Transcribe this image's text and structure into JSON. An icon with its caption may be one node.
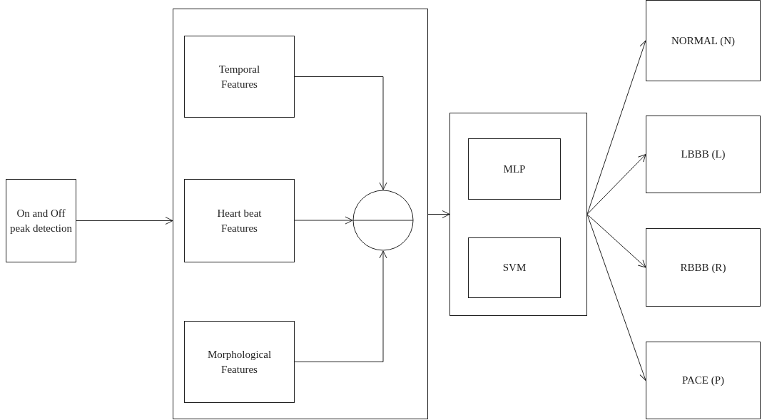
{
  "diagram": {
    "nodes": [
      {
        "text": [
          "On and Off peak detection"
        ]
      },
      {
        "text": [],
        "shape": "box"
      },
      {
        "text": [
          "Temporal Features"
        ],
        "in": 1
      },
      {
        "text": [
          "Heart beat Features"
        ],
        "in": 1
      },
      {
        "text": [
          "Morphological Features"
        ],
        "in": 1
      },
      {
        "text": [],
        "shape": "circle",
        "in": 1
      },
      {
        "text": [],
        "shape": "box"
      },
      {
        "text": [
          "MLP"
        ],
        "in": 6
      },
      {
        "text": [
          "SVM"
        ],
        "in": 6
      },
      {
        "text": [
          "NORMAL (N)"
        ]
      },
      {
        "text": [
          "LBBB (L)"
        ]
      },
      {
        "text": [
          "RBBB (R)"
        ]
      },
      {
        "text": [
          "PACE (P)"
        ]
      }
    ],
    "edges": [
      {
        "from": 0,
        "to": 1,
        "arrow": "to"
      },
      {
        "from": 2,
        "to": 5,
        "arrow": "to"
      },
      {
        "from": 3,
        "to": 5,
        "arrow": "to"
      },
      {
        "from": 4,
        "to": 5,
        "arrow": "to"
      },
      {
        "from": 1,
        "to": 6,
        "arrow": "to"
      },
      {
        "from": 6,
        "to": 9,
        "arrow": "to"
      },
      {
        "from": 6,
        "to": 10,
        "arrow": "to"
      },
      {
        "from": 6,
        "to": 11,
        "arrow": "to"
      },
      {
        "from": 6,
        "to": 12,
        "arrow": "to"
      }
    ]
  }
}
